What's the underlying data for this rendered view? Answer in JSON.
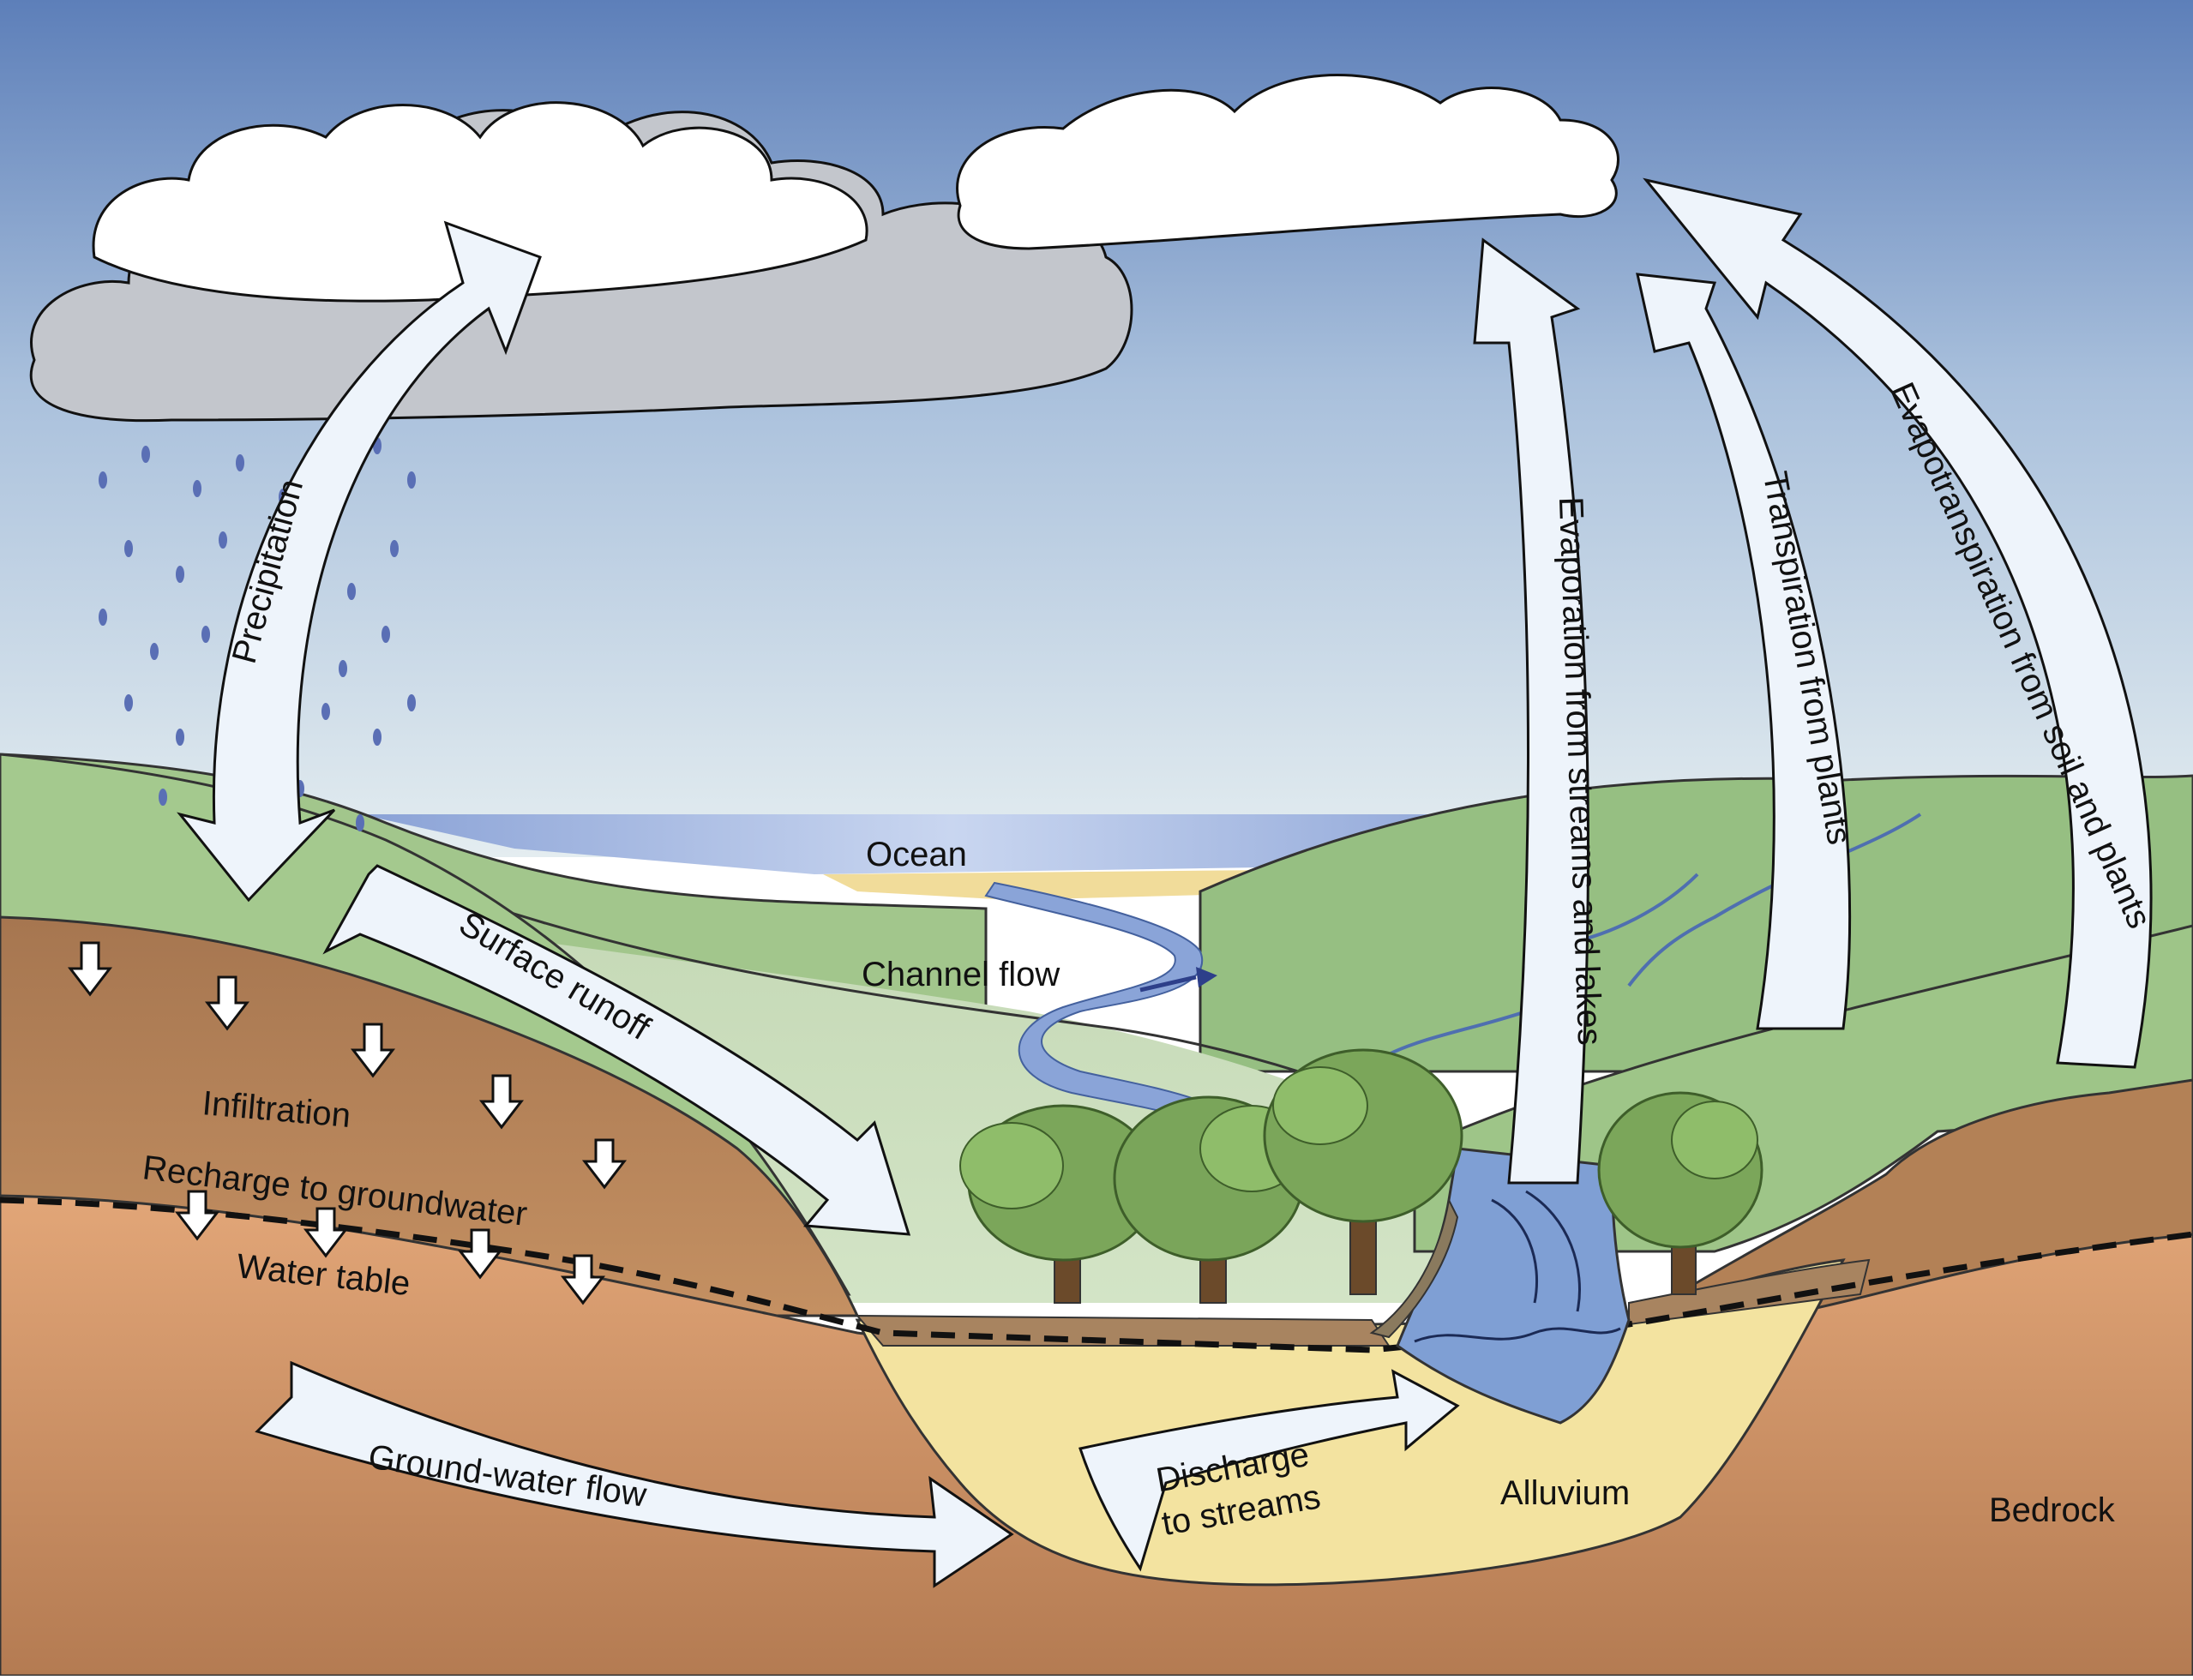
{
  "labels": {
    "precipitation": "Precipitation",
    "surface_runoff": "Surface runoff",
    "ocean": "Ocean",
    "channel_flow": "Channel flow",
    "infiltration": "Infiltration",
    "recharge": "Recharge to groundwater",
    "water_table": "Water table",
    "groundwater_flow": "Ground-water flow",
    "discharge_line1": "Discharge",
    "discharge_line2": "to streams",
    "alluvium": "Alluvium",
    "bedrock": "Bedrock",
    "evaporation": "Evaporation from streams and lakes",
    "transpiration": "Transpiration from plants",
    "evapotranspiration": "Evapotranspiration from soil and plants"
  },
  "colors": {
    "sky_top": "#5d7fb9",
    "sky_bottom": "#dfe9ee",
    "hill_green": "#a7c98c",
    "hill_green_dark": "#7faa6a",
    "soil": "#b8865a",
    "bedrock": "#d49a6a",
    "bedrock_deep": "#b07a50",
    "alluvium": "#f4e6a8",
    "water": "#7f9fd4",
    "arrow_fill": "#eef4fb",
    "rain": "#5a6fb5",
    "cloud_gray": "#b5b8be",
    "tree_green": "#7ba65a"
  }
}
